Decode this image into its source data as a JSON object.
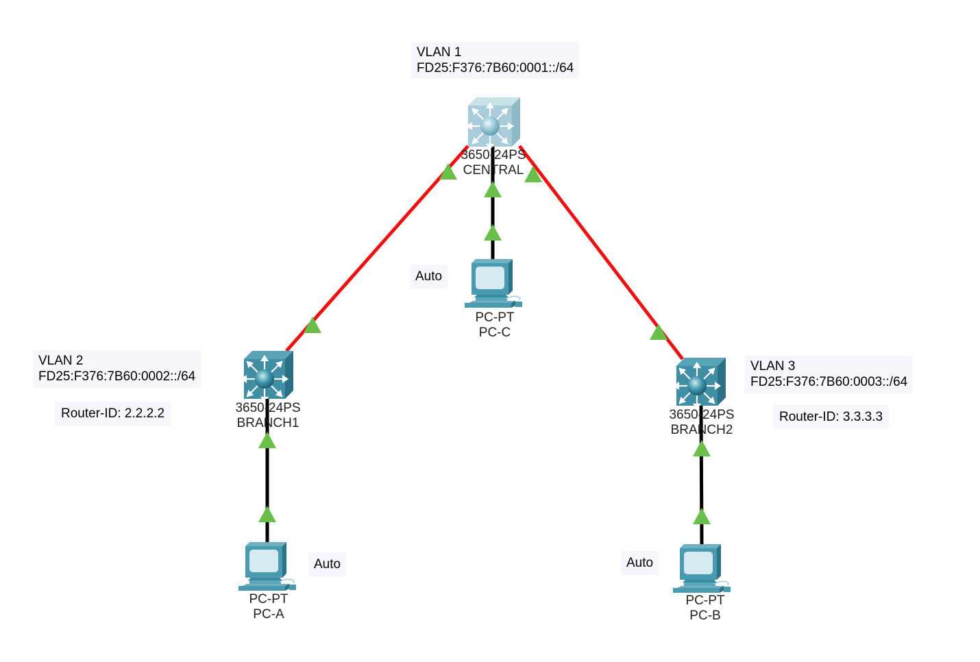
{
  "colors": {
    "serial_link": "#ee1111",
    "ethernet_link": "#000000",
    "link_up": "#6abf4b",
    "note_bg": "#f6f7fc",
    "switch_central": "#a9ccd8",
    "switch_branch": "#3f8ea4",
    "pc": "#4a9ab0"
  },
  "devices": {
    "central": {
      "model": "3650-24PS",
      "name": "CENTRAL",
      "icon": "multilayer-switch-icon"
    },
    "branch1": {
      "model": "3650-24PS",
      "name": "BRANCH1",
      "icon": "multilayer-switch-icon"
    },
    "branch2": {
      "model": "3650-24PS",
      "name": "BRANCH2",
      "icon": "multilayer-switch-icon"
    },
    "pc_a": {
      "model": "PC-PT",
      "name": "PC-A",
      "icon": "pc-icon"
    },
    "pc_b": {
      "model": "PC-PT",
      "name": "PC-B",
      "icon": "pc-icon"
    },
    "pc_c": {
      "model": "PC-PT",
      "name": "PC-C",
      "icon": "pc-icon"
    }
  },
  "notes": {
    "vlan1": {
      "line1": "VLAN 1",
      "line2": "FD25:F376:7B60:0001::/64"
    },
    "vlan2": {
      "line1": "VLAN 2",
      "line2": "FD25:F376:7B60:0002::/64"
    },
    "vlan3": {
      "line1": "VLAN 3",
      "line2": "FD25:F376:7B60:0003::/64"
    },
    "router_id_branch1": "Router-ID: 2.2.2.2",
    "router_id_branch2": "Router-ID: 3.3.3.3",
    "auto_pc_a": "Auto",
    "auto_pc_b": "Auto",
    "auto_pc_c": "Auto"
  },
  "links": [
    {
      "from": "central",
      "to": "branch1",
      "type": "serial",
      "status": "up"
    },
    {
      "from": "central",
      "to": "branch2",
      "type": "serial",
      "status": "up"
    },
    {
      "from": "central",
      "to": "pc_c",
      "type": "ethernet",
      "status": "up"
    },
    {
      "from": "branch1",
      "to": "pc_a",
      "type": "ethernet",
      "status": "up"
    },
    {
      "from": "branch2",
      "to": "pc_b",
      "type": "ethernet",
      "status": "up"
    }
  ]
}
